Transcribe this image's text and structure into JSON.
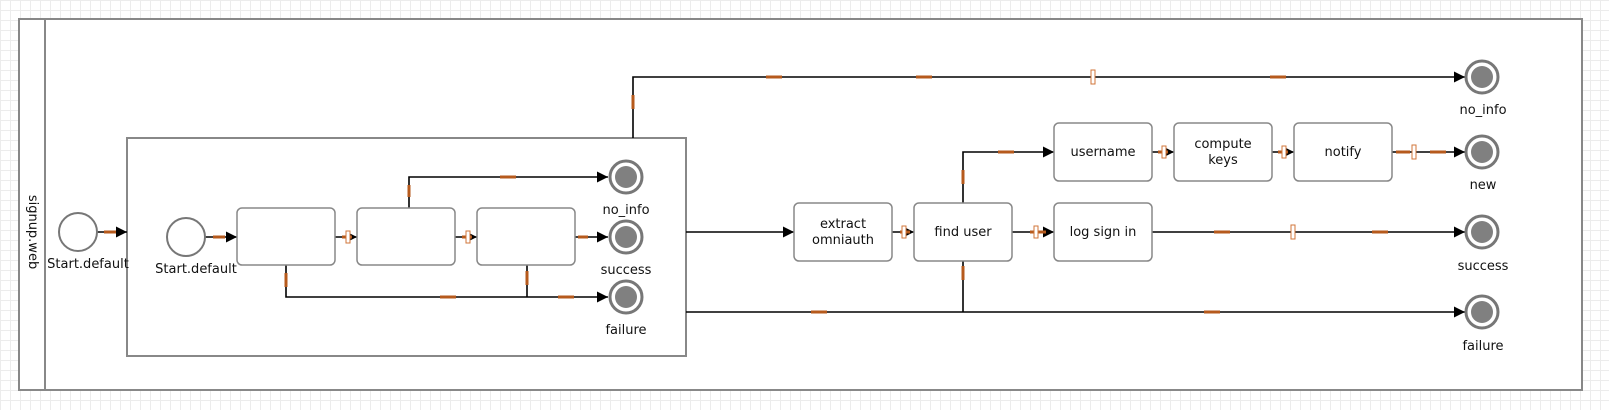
{
  "pool": {
    "lane_label": "signup.web"
  },
  "events": {
    "outer_start": "Start.default",
    "inner_start": "Start.default",
    "inner_end_no_info": "no_info",
    "inner_end_success": "success",
    "inner_end_failure": "failure",
    "end_no_info": "no_info",
    "end_new": "new",
    "end_success": "success",
    "end_failure": "failure"
  },
  "tasks": {
    "inner_1": "",
    "inner_2": "",
    "inner_3": "",
    "extract_line1": "extract",
    "extract_line2": "omniauth",
    "find_user": "find user",
    "log_sign_in": "log sign in",
    "username": "username",
    "compute_line1": "compute",
    "compute_line2": "keys",
    "notify": "notify"
  },
  "colors": {
    "flow": "#000000",
    "marker": "#b65a1c",
    "border": "#888888",
    "end_fill": "#808080"
  }
}
